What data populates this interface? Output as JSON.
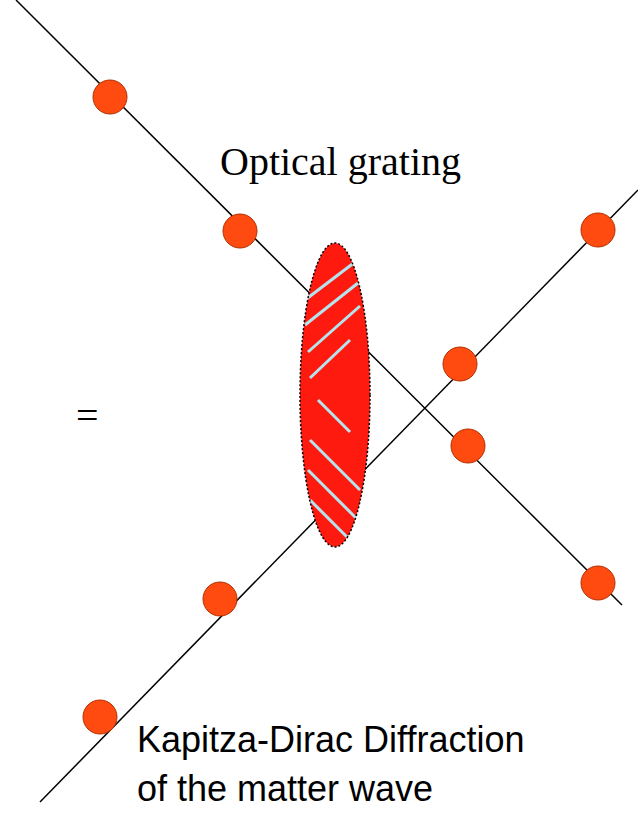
{
  "diagram": {
    "caption": "Kapitza-Dirac Diffraction of the matter wave",
    "labels": [
      "Optical grating",
      "="
    ]
  }
}
